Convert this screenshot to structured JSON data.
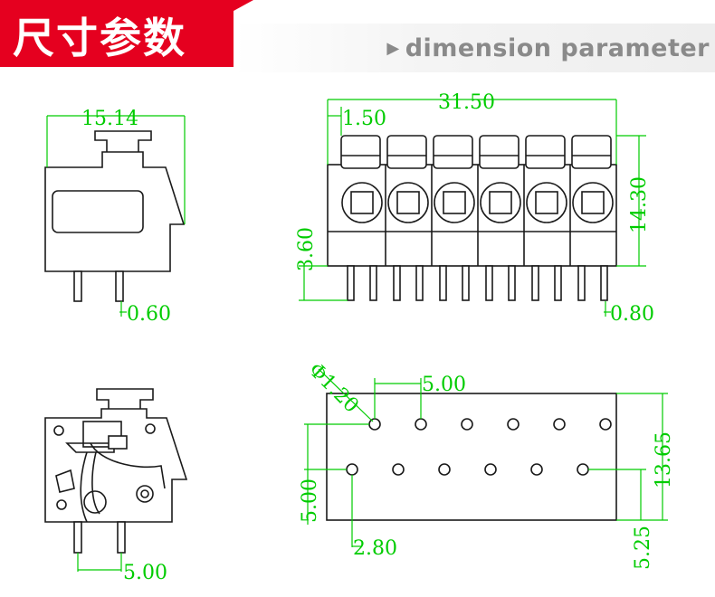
{
  "header": {
    "title": "尺寸参数",
    "subtitle_arrow": "▶",
    "subtitle": "dimension parameter",
    "accent_color": "#e5001f",
    "dimension_color": "#00cc00"
  },
  "dimensions": {
    "side_width": "15.14",
    "side_pin": "0.60",
    "front_length": "31.50",
    "front_pitch_offset": "1.50",
    "front_height": "14.30",
    "front_pin_length": "3.60",
    "front_pin_width": "0.80",
    "section_pitch": "5.00",
    "hole_dia": "Φ1.20",
    "hole_pitch": "5.00",
    "row_spacing": "5.00",
    "edge_offset": "2.80",
    "board_height": "13.65",
    "edge_bottom": "5.25"
  }
}
